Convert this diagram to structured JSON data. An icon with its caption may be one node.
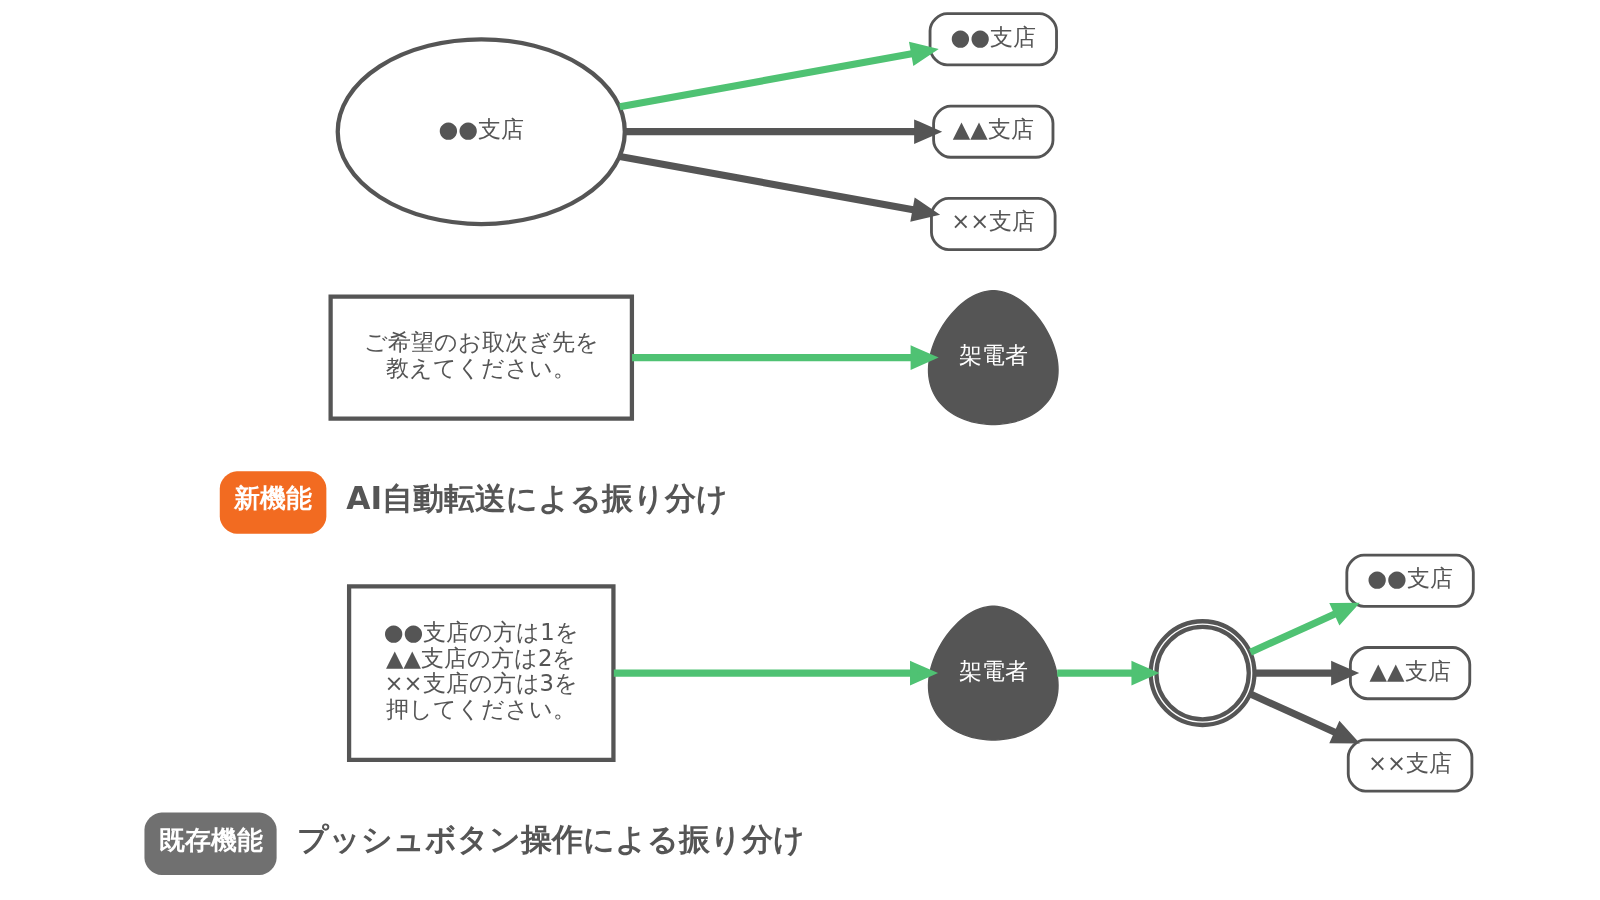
{
  "diagram": {
    "nodes": [
      {
        "text": [
          "既存機能"
        ],
        "beside": [
          "プッシュボタン操作による振り分け"
        ]
      },
      {
        "text": [
          "●●支店の方は1を▲▲支店の方は2を××支店の方は3を押してください。"
        ]
      },
      {
        "text": [
          "架電者"
        ]
      },
      {
        "text": [],
        "shape": "keypad"
      },
      {
        "text": [
          "●●支店"
        ]
      },
      {
        "text": [
          "▲▲支店"
        ]
      },
      {
        "text": [
          "××支店"
        ]
      },
      {
        "text": [
          "新機能"
        ],
        "beside": [
          "AI自動転送による振り分け"
        ]
      },
      {
        "text": [
          "ご希望のお取次ぎ先を教えてください。"
        ]
      },
      {
        "text": [
          "架電者"
        ]
      },
      {
        "text": [
          "●●支店"
        ]
      },
      {
        "text": [
          "●●支店"
        ]
      },
      {
        "text": [
          "▲▲支店"
        ]
      },
      {
        "text": [
          "××支店"
        ]
      }
    ],
    "edges": [
      {
        "from": 1,
        "to": 2,
        "arrow": "to"
      },
      {
        "from": 2,
        "to": 3,
        "arrow": "to"
      },
      {
        "from": 3,
        "to": 4,
        "arrow": "to"
      },
      {
        "from": 3,
        "to": 5,
        "arrow": "to",
        "color": "#555555"
      },
      {
        "from": 3,
        "to": 6,
        "arrow": "to",
        "color": "#555555"
      },
      {
        "from": 8,
        "to": 9,
        "arrow": "to"
      },
      {
        "from": 10,
        "to": 11,
        "arrow": "to"
      },
      {
        "from": 10,
        "to": 12,
        "arrow": "to",
        "color": "#555555"
      },
      {
        "from": 10,
        "to": 13,
        "arrow": "to",
        "color": "#555555"
      }
    ]
  }
}
